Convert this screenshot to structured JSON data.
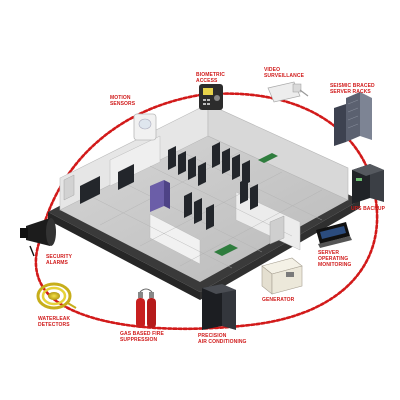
{
  "labels": {
    "motion_sensors": "MOTION\nSENSORS",
    "biometric_access": "BIOMETRIC\nACCESS",
    "video_surveillance": "VIDEO\nSURVEILLANCE",
    "seismic_braced_server_racks": "SEISMIC BRACED\nSERVER RACKS",
    "ups_backup": "UPS BACKUP",
    "server_operating_monitoring": "SERVER\nOPERATING\nMONITORING",
    "generator": "GENERATOR",
    "precision_air_conditioning": "PRECISION\nAIR CONDITIONING",
    "gas_based_fire_suppression": "GAS BASED FIRE\nSUPPRESSION",
    "waterleak_detectors": "WATERLEAK\nDETECTORS",
    "security_alarms": "SECURITY\nALARMS"
  },
  "colors": {
    "ring": "#d21a1a",
    "label": "#d01a1a",
    "floor": "#c9c9c9",
    "wall": "#e3e3e3",
    "rack": "#23262b",
    "rack_purple": "#6b5ea8"
  },
  "icons": [
    "motion-sensor-icon",
    "biometric-reader-icon",
    "surveillance-camera-icon",
    "server-rack-icon",
    "ups-unit-icon",
    "monitoring-screen-icon",
    "generator-icon",
    "air-conditioner-icon",
    "gas-cylinder-icon",
    "water-leak-cable-icon",
    "siren-icon"
  ]
}
